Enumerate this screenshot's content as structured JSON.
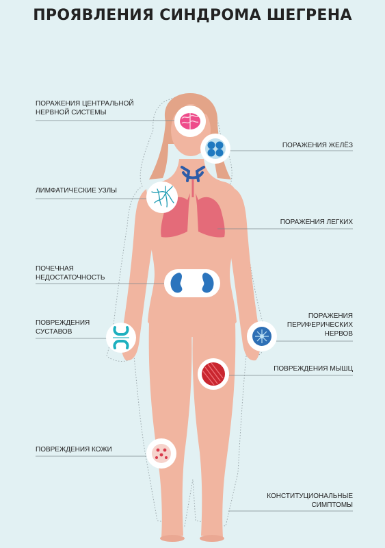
{
  "title": "ПРОЯВЛЕНИЯ СИНДРОМА ШЕГРЕНА",
  "colors": {
    "background": "#e2f1f3",
    "skin": "#f1b5a0",
    "hair": "#e3a488",
    "lungs": "#e46b79",
    "kidneys": "#2b74bd",
    "muscle": "#c9262f",
    "brain": "#ee4c8b",
    "nerve": "#2e6fb5"
  },
  "labels": {
    "cns": [
      "ПОРАЖЕНИЯ ЦЕНТРАЛЬНОЙ",
      "НЕРВНОЙ СИСТЕМЫ"
    ],
    "glands": [
      "ПОРАЖЕНИЯ ЖЕЛЁЗ"
    ],
    "lymph": [
      "ЛИМФАТИЧЕСКИЕ УЗЛЫ"
    ],
    "lungs": [
      "ПОРАЖЕНИЯ ЛЕГКИХ"
    ],
    "kidney": [
      "ПОЧЕЧНАЯ",
      "НЕДОСТАТОЧНОСТЬ"
    ],
    "joints": [
      "ПОВРЕЖДЕНИЯ",
      "СУСТАВОВ"
    ],
    "nerves": [
      "ПОРАЖЕНИЯ",
      "ПЕРИФЕРИЧЕСКИХ",
      "НЕРВОВ"
    ],
    "muscles": [
      "ПОВРЕЖДЕНИЯ МЫШЦ"
    ],
    "skin": [
      "ПОВРЕЖДЕНИЯ КОЖИ"
    ],
    "constitutional": [
      "КОНСТИТУЦИОНАЛЬНЫЕ",
      "СИМПТОМЫ"
    ]
  },
  "icons": {
    "brain": "brain-icon",
    "glands": "gland-cells-icon",
    "lymph": "lymph-node-icon",
    "kidneys": "kidneys-icon",
    "joint": "joint-icon",
    "nerve": "nerve-cell-icon",
    "muscle": "muscle-fiber-icon",
    "skin": "skin-rash-icon"
  }
}
